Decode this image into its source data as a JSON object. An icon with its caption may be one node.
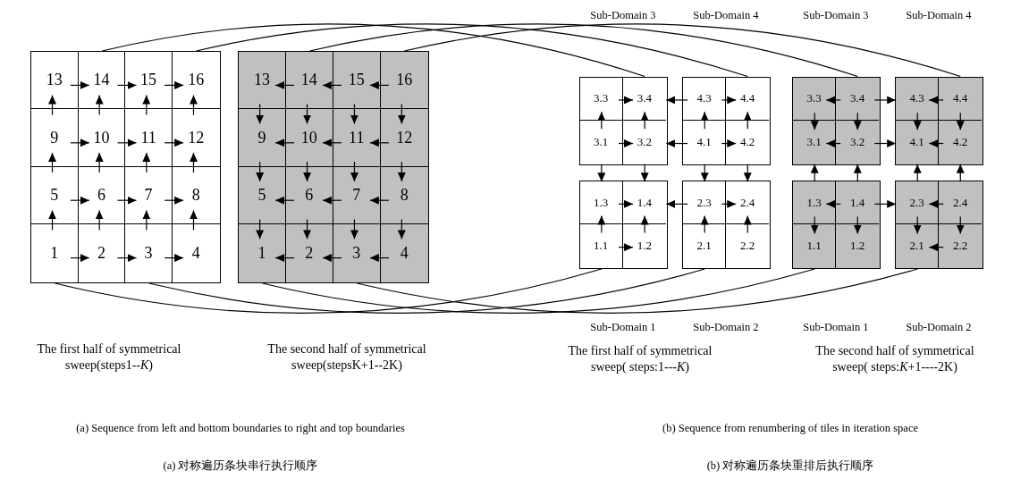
{
  "diagram": {
    "nodes": [
      {
        "text": [],
        "shape": "box"
      },
      {
        "text": [
          "13"
        ],
        "in": 0
      },
      {
        "text": [
          "14"
        ],
        "in": 0
      },
      {
        "text": [
          "15"
        ],
        "in": 0
      },
      {
        "text": [
          "16"
        ],
        "in": 0
      },
      {
        "text": [
          "9"
        ],
        "in": 0
      },
      {
        "text": [
          "10"
        ],
        "in": 0
      },
      {
        "text": [
          "11"
        ],
        "in": 0
      },
      {
        "text": [
          "12"
        ],
        "in": 0
      },
      {
        "text": [
          "5"
        ],
        "in": 0
      },
      {
        "text": [
          "6"
        ],
        "in": 0
      },
      {
        "text": [
          "7"
        ],
        "in": 0
      },
      {
        "text": [
          "8"
        ],
        "in": 0
      },
      {
        "text": [
          "1"
        ],
        "in": 0
      },
      {
        "text": [
          "2"
        ],
        "in": 0
      },
      {
        "text": [
          "3"
        ],
        "in": 0
      },
      {
        "text": [
          "4"
        ],
        "in": 0
      },
      {
        "text": [],
        "shape": "box"
      },
      {
        "text": [
          "13"
        ],
        "in": 17
      },
      {
        "text": [
          "14"
        ],
        "in": 17
      },
      {
        "text": [
          "15"
        ],
        "in": 17
      },
      {
        "text": [
          "16"
        ],
        "in": 17
      },
      {
        "text": [
          "9"
        ],
        "in": 17
      },
      {
        "text": [
          "10"
        ],
        "in": 17
      },
      {
        "text": [
          "11"
        ],
        "in": 17
      },
      {
        "text": [
          "12"
        ],
        "in": 17
      },
      {
        "text": [
          "5"
        ],
        "in": 17
      },
      {
        "text": [
          "6"
        ],
        "in": 17
      },
      {
        "text": [
          "7"
        ],
        "in": 17
      },
      {
        "text": [
          "8"
        ],
        "in": 17
      },
      {
        "text": [
          "1"
        ],
        "in": 17
      },
      {
        "text": [
          "2"
        ],
        "in": 17
      },
      {
        "text": [
          "3"
        ],
        "in": 17
      },
      {
        "text": [
          "4"
        ],
        "in": 17
      },
      {
        "text": [],
        "shape": "box"
      },
      {
        "text": [
          "3.3"
        ],
        "in": 34
      },
      {
        "text": [
          "3.4"
        ],
        "in": 34
      },
      {
        "text": [
          "3.1"
        ],
        "in": 34
      },
      {
        "text": [
          "3.2"
        ],
        "in": 34
      },
      {
        "text": [],
        "shape": "box"
      },
      {
        "text": [
          "4.3"
        ],
        "in": 39
      },
      {
        "text": [
          "4.4"
        ],
        "in": 39
      },
      {
        "text": [
          "4.1"
        ],
        "in": 39
      },
      {
        "text": [
          "4.2"
        ],
        "in": 39
      },
      {
        "text": [],
        "shape": "box"
      },
      {
        "text": [
          "3.3"
        ],
        "in": 44
      },
      {
        "text": [
          "3.4"
        ],
        "in": 44
      },
      {
        "text": [
          "3.1"
        ],
        "in": 44
      },
      {
        "text": [
          "3.2"
        ],
        "in": 44
      },
      {
        "text": [],
        "shape": "box"
      },
      {
        "text": [
          "4.3"
        ],
        "in": 49
      },
      {
        "text": [
          "4.4"
        ],
        "in": 49
      },
      {
        "text": [
          "4.1"
        ],
        "in": 49
      },
      {
        "text": [
          "4.2"
        ],
        "in": 49
      },
      {
        "text": [],
        "shape": "box"
      },
      {
        "text": [
          "1.3"
        ],
        "in": 54
      },
      {
        "text": [
          "1.4"
        ],
        "in": 54
      },
      {
        "text": [
          "1.1"
        ],
        "in": 54
      },
      {
        "text": [
          "1.2"
        ],
        "in": 54
      },
      {
        "text": [],
        "shape": "box"
      },
      {
        "text": [
          "2.3"
        ],
        "in": 59
      },
      {
        "text": [
          "2.4"
        ],
        "in": 59
      },
      {
        "text": [
          "2.1"
        ],
        "in": 59
      },
      {
        "text": [
          "2.2"
        ],
        "in": 59
      },
      {
        "text": [],
        "shape": "box"
      },
      {
        "text": [
          "1.3"
        ],
        "in": 64
      },
      {
        "text": [
          "1.4"
        ],
        "in": 64
      },
      {
        "text": [
          "1.1"
        ],
        "in": 64
      },
      {
        "text": [
          "1.2"
        ],
        "in": 64
      },
      {
        "text": [],
        "shape": "box"
      },
      {
        "text": [
          "2.3"
        ],
        "in": 69
      },
      {
        "text": [
          "2.4"
        ],
        "in": 69
      },
      {
        "text": [
          "2.1"
        ],
        "in": 69
      },
      {
        "text": [
          "2.2"
        ],
        "in": 69
      }
    ],
    "edges": [
      {
        "from": 1,
        "to": 2,
        "arrow": "to"
      },
      {
        "from": 2,
        "to": 3,
        "arrow": "to"
      },
      {
        "from": 3,
        "to": 4,
        "arrow": "to"
      },
      {
        "from": 5,
        "to": 6,
        "arrow": "to"
      },
      {
        "from": 6,
        "to": 7,
        "arrow": "to"
      },
      {
        "from": 7,
        "to": 8,
        "arrow": "to"
      },
      {
        "from": 9,
        "to": 10,
        "arrow": "to"
      },
      {
        "from": 10,
        "to": 11,
        "arrow": "to"
      },
      {
        "from": 11,
        "to": 12,
        "arrow": "to"
      },
      {
        "from": 13,
        "to": 14,
        "arrow": "to"
      },
      {
        "from": 14,
        "to": 15,
        "arrow": "to"
      },
      {
        "from": 15,
        "to": 16,
        "arrow": "to"
      },
      {
        "from": 5,
        "to": 1,
        "arrow": "to"
      },
      {
        "from": 6,
        "to": 2,
        "arrow": "to"
      },
      {
        "from": 7,
        "to": 3,
        "arrow": "to"
      },
      {
        "from": 8,
        "to": 4,
        "arrow": "to"
      },
      {
        "from": 9,
        "to": 5,
        "arrow": "to"
      },
      {
        "from": 10,
        "to": 6,
        "arrow": "to"
      },
      {
        "from": 11,
        "to": 7,
        "arrow": "to"
      },
      {
        "from": 12,
        "to": 8,
        "arrow": "to"
      },
      {
        "from": 13,
        "to": 9,
        "arrow": "to"
      },
      {
        "from": 14,
        "to": 10,
        "arrow": "to"
      },
      {
        "from": 15,
        "to": 11,
        "arrow": "to"
      },
      {
        "from": 16,
        "to": 12,
        "arrow": "to"
      },
      {
        "from": 19,
        "to": 18,
        "arrow": "to"
      },
      {
        "from": 20,
        "to": 19,
        "arrow": "to"
      },
      {
        "from": 21,
        "to": 20,
        "arrow": "to"
      },
      {
        "from": 23,
        "to": 22,
        "arrow": "to"
      },
      {
        "from": 24,
        "to": 23,
        "arrow": "to"
      },
      {
        "from": 25,
        "to": 24,
        "arrow": "to"
      },
      {
        "from": 27,
        "to": 26,
        "arrow": "to"
      },
      {
        "from": 28,
        "to": 27,
        "arrow": "to"
      },
      {
        "from": 29,
        "to": 28,
        "arrow": "to"
      },
      {
        "from": 31,
        "to": 30,
        "arrow": "to"
      },
      {
        "from": 32,
        "to": 31,
        "arrow": "to"
      },
      {
        "from": 33,
        "to": 32,
        "arrow": "to"
      },
      {
        "from": 18,
        "to": 22,
        "arrow": "to"
      },
      {
        "from": 19,
        "to": 23,
        "arrow": "to"
      },
      {
        "from": 20,
        "to": 24,
        "arrow": "to"
      },
      {
        "from": 21,
        "to": 25,
        "arrow": "to"
      },
      {
        "from": 22,
        "to": 26,
        "arrow": "to"
      },
      {
        "from": 23,
        "to": 27,
        "arrow": "to"
      },
      {
        "from": 24,
        "to": 28,
        "arrow": "to"
      },
      {
        "from": 25,
        "to": 29,
        "arrow": "to"
      },
      {
        "from": 26,
        "to": 30,
        "arrow": "to"
      },
      {
        "from": 27,
        "to": 31,
        "arrow": "to"
      },
      {
        "from": 28,
        "to": 32,
        "arrow": "to"
      },
      {
        "from": 29,
        "to": 33,
        "arrow": "to"
      },
      {
        "from": 35,
        "to": 36,
        "arrow": "to"
      },
      {
        "from": 37,
        "to": 38,
        "arrow": "to"
      },
      {
        "from": 37,
        "to": 35,
        "arrow": "to"
      },
      {
        "from": 38,
        "to": 36,
        "arrow": "to"
      },
      {
        "from": 40,
        "to": 41,
        "arrow": "to"
      },
      {
        "from": 42,
        "to": 43,
        "arrow": "to"
      },
      {
        "from": 42,
        "to": 40,
        "arrow": "to"
      },
      {
        "from": 43,
        "to": 41,
        "arrow": "to"
      },
      {
        "from": 40,
        "to": 36,
        "arrow": "to"
      },
      {
        "from": 42,
        "to": 38,
        "arrow": "to"
      },
      {
        "from": 37,
        "to": 55,
        "arrow": "to"
      },
      {
        "from": 38,
        "to": 56,
        "arrow": "to"
      },
      {
        "from": 42,
        "to": 60,
        "arrow": "to"
      },
      {
        "from": 43,
        "to": 61,
        "arrow": "to"
      },
      {
        "from": 55,
        "to": 56,
        "arrow": "to"
      },
      {
        "from": 57,
        "to": 58,
        "arrow": "to"
      },
      {
        "from": 57,
        "to": 55,
        "arrow": "to"
      },
      {
        "from": 58,
        "to": 56,
        "arrow": "to"
      },
      {
        "from": 60,
        "to": 61,
        "arrow": "to"
      },
      {
        "from": 60,
        "to": 56,
        "arrow": "to"
      },
      {
        "from": 62,
        "to": 60,
        "arrow": "to"
      },
      {
        "from": 63,
        "to": 61,
        "arrow": "to"
      },
      {
        "from": 46,
        "to": 45,
        "arrow": "to"
      },
      {
        "from": 48,
        "to": 47,
        "arrow": "to"
      },
      {
        "from": 45,
        "to": 47,
        "arrow": "to"
      },
      {
        "from": 46,
        "to": 48,
        "arrow": "to"
      },
      {
        "from": 46,
        "to": 50,
        "arrow": "to"
      },
      {
        "from": 48,
        "to": 52,
        "arrow": "to"
      },
      {
        "from": 51,
        "to": 50,
        "arrow": "to"
      },
      {
        "from": 53,
        "to": 52,
        "arrow": "to"
      },
      {
        "from": 50,
        "to": 52,
        "arrow": "to"
      },
      {
        "from": 51,
        "to": 53,
        "arrow": "to"
      },
      {
        "from": 65,
        "to": 47,
        "arrow": "to"
      },
      {
        "from": 66,
        "to": 48,
        "arrow": "to"
      },
      {
        "from": 70,
        "to": 52,
        "arrow": "to"
      },
      {
        "from": 71,
        "to": 53,
        "arrow": "to"
      },
      {
        "from": 66,
        "to": 65,
        "arrow": "to"
      },
      {
        "from": 65,
        "to": 67,
        "arrow": "to"
      },
      {
        "from": 66,
        "to": 68,
        "arrow": "to"
      },
      {
        "from": 66,
        "to": 70,
        "arrow": "to"
      },
      {
        "from": 71,
        "to": 70,
        "arrow": "to"
      },
      {
        "from": 70,
        "to": 72,
        "arrow": "to"
      },
      {
        "from": 71,
        "to": 73,
        "arrow": "to"
      },
      {
        "from": 73,
        "to": 72,
        "arrow": "to"
      },
      {
        "from": 2,
        "to": 36,
        "arrow": "none"
      },
      {
        "from": 4,
        "to": 41,
        "arrow": "none"
      },
      {
        "from": 19,
        "to": 46,
        "arrow": "none"
      },
      {
        "from": 21,
        "to": 51,
        "arrow": "none"
      },
      {
        "from": 13,
        "to": 57,
        "arrow": "none"
      },
      {
        "from": 15,
        "to": 62,
        "arrow": "none"
      },
      {
        "from": 30,
        "to": 67,
        "arrow": "none"
      },
      {
        "from": 32,
        "to": 72,
        "arrow": "none"
      }
    ],
    "labels": [
      "Sub-Domain 3",
      "Sub-Domain 4",
      "Sub-Domain 3",
      "Sub-Domain 4",
      "Sub-Domain 1",
      "Sub-Domain 2",
      "Sub-Domain 1",
      "Sub-Domain 2",
      "The first half of symmetrical sweep(steps1--*K*)",
      "The second half of symmetrical sweep(stepsK+1--2K)",
      "The first half of symmetrical sweep( steps:1---*K*)",
      "The second half of symmetrical sweep( steps:*K*+1----2K)",
      "(a) Sequence from left and bottom boundaries to right and top boundaries",
      "(b) Sequence from renumbering of tiles in iteration space",
      "(a) 对称遍历条块串行执行顺序",
      "(b) 对称遍历条块重排后执行顺序"
    ]
  }
}
